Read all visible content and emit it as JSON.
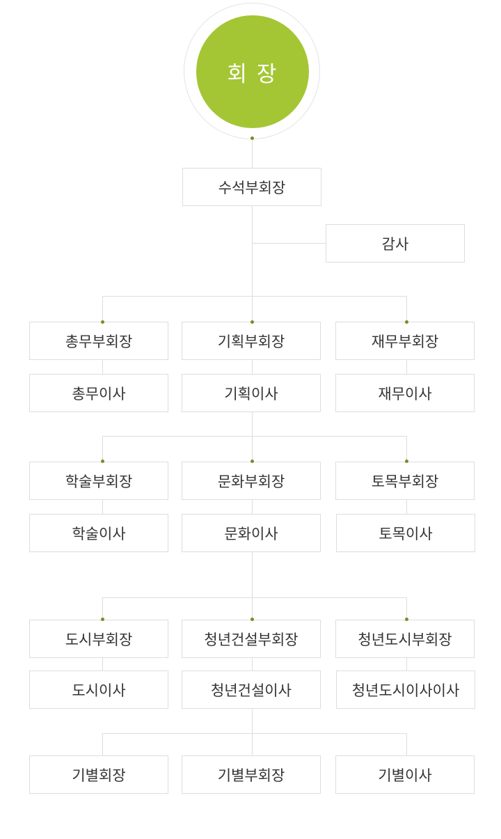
{
  "colors": {
    "accent": "#a4c634",
    "dot": "#7a8c28",
    "line": "#dddddd"
  },
  "top": {
    "label": "회 장"
  },
  "senior_vp": "수석부회장",
  "auditor": "감사",
  "groups": [
    {
      "vps": [
        "총무부회장",
        "기획부회장",
        "재무부회장"
      ],
      "directors": [
        "총무이사",
        "기획이사",
        "재무이사"
      ]
    },
    {
      "vps": [
        "학술부회장",
        "문화부회장",
        "토목부회장"
      ],
      "directors": [
        "학술이사",
        "문화이사",
        "토목이사"
      ]
    },
    {
      "vps": [
        "도시부회장",
        "청년건설부회장",
        "청년도시부회장"
      ],
      "directors": [
        "도시이사",
        "청년건설이사",
        "청년도시이사이사"
      ]
    }
  ],
  "class_row": [
    "기별회장",
    "기별부회장",
    "기별이사"
  ]
}
